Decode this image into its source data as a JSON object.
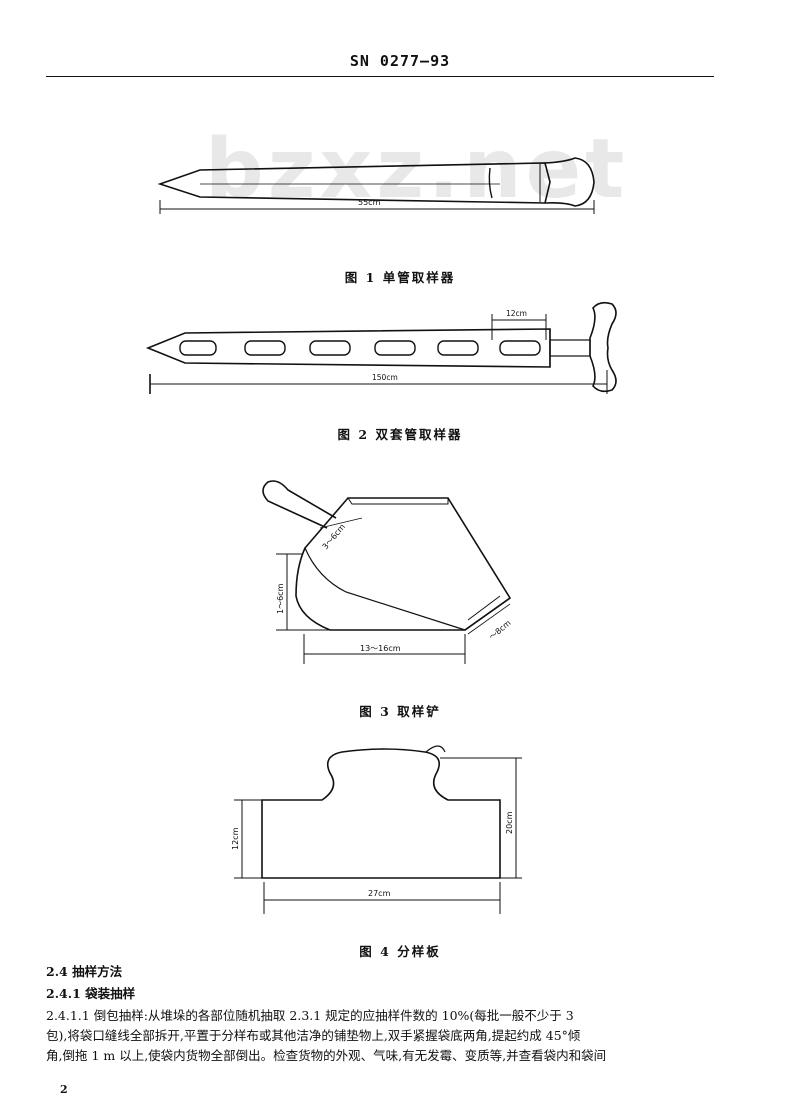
{
  "header": {
    "standard_code": "SN 0277—93"
  },
  "watermark": "bzxz.net",
  "figures": [
    {
      "caption": "图 1   单管取样器",
      "dimension": "55cm"
    },
    {
      "caption": "图 2   双套管取样器",
      "dimension_total": "150cm",
      "dimension_slot": "12cm"
    },
    {
      "caption": "图 3   取样铲",
      "dimension_width": "13～16cm",
      "dimension_height": "1～6cm",
      "dimension_top": "3～6cm",
      "dimension_side": "～8cm"
    },
    {
      "caption": "图 4   分样板",
      "dimension_width": "27cm",
      "dimension_left": "12cm",
      "dimension_right": "20cm"
    }
  ],
  "body": {
    "h1": "2.4   抽样方法",
    "h2": "2.4.1   袋装抽样",
    "p_lines": [
      "2.4.1.1   倒包抽样:从堆垛的各部位随机抽取 2.3.1 规定的应抽样件数的 10%(每批一般不少于 3",
      "包),将袋口缝线全部拆开,平置于分样布或其他洁净的铺垫物上,双手紧握袋底两角,提起约成 45°倾",
      "角,倒拖 1 m 以上,使袋内货物全部倒出。检查货物的外观、气味,有无发霉、变质等,并查看袋内和袋间"
    ]
  },
  "page_number": "2"
}
